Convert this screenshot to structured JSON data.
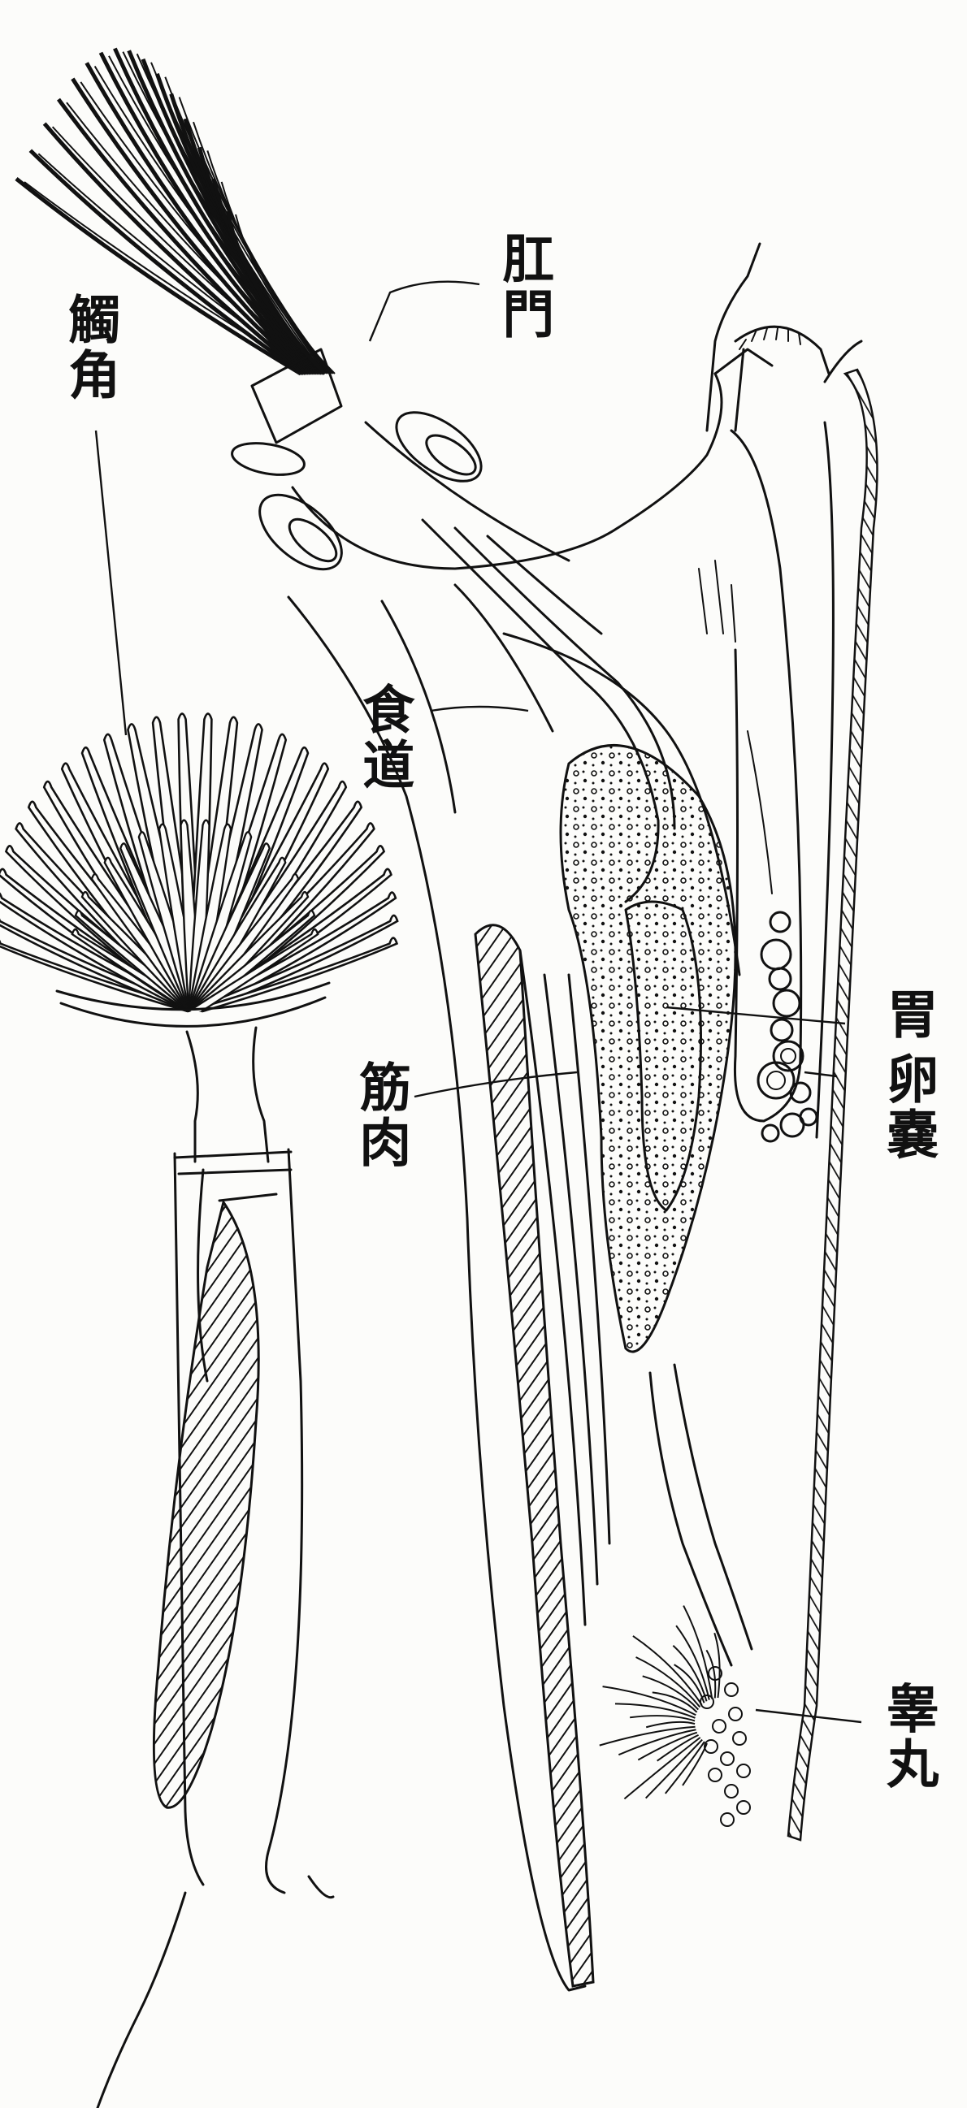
{
  "labels": {
    "anus": "肛門",
    "tentacle": "觸角",
    "esophagus": "食道",
    "muscle": "筋肉",
    "stomach": "胃",
    "ovary": "卵嚢",
    "testis": "睾丸"
  },
  "colors": {
    "ink": "#111111",
    "paper": "#fcfcfa"
  }
}
